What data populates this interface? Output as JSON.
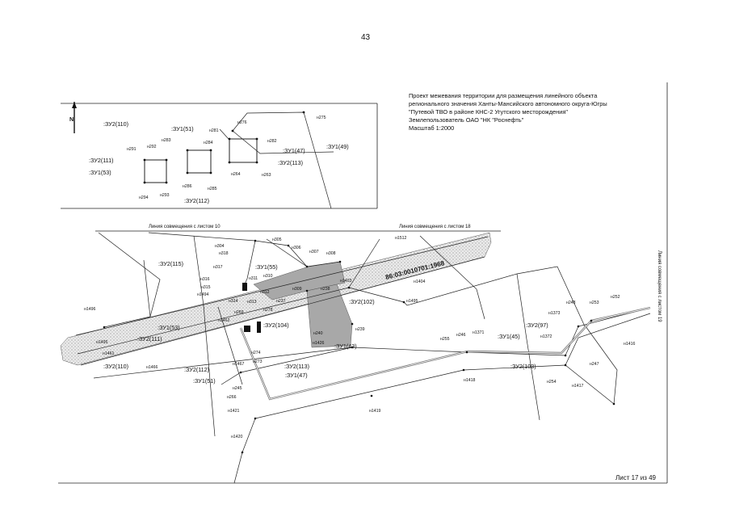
{
  "page_number": "43",
  "title_lines": [
    "Проект межевания территории для размещения линейного объекта",
    "регионального значения Ханты-Мансийского автономного округа-Югры",
    "\"Путевой ТВО в районе КНС-2 Угутского месторождения\"",
    "Землепользователь ОАО \"НК \"Роснефть\"",
    "Масштаб 1:2000"
  ],
  "sheet_label": "Лист 17 из 49",
  "north_label": "N",
  "cadastral_number": "86:03:0010701:1968",
  "join_lines": {
    "sheet10": "Линия совмещения с листом 10",
    "sheet18": "Линия совмещения с листом 18",
    "sheet19": "Линия совмещения с листом 19"
  },
  "inset_zones": [
    ":ЗУ2(110)",
    ":ЗУ1(51)",
    ":ЗУ2(111)",
    ":ЗУ1(53)",
    ":ЗУ1(47)",
    ":ЗУ1(49)",
    ":ЗУ2(113)",
    ":ЗУ2(112)"
  ],
  "inset_points": [
    "н276",
    "н275",
    "н281",
    "н284",
    "н282",
    "н283",
    "н292",
    "н291",
    "н264",
    "н263",
    "н286",
    "н285",
    "н294",
    "н293"
  ],
  "map_zones": [
    ":ЗУ2(115)",
    ":ЗУ1(55)",
    ":ЗУ2(102)",
    ":ЗУ2(104)",
    ":ЗУ1(53)",
    ":ЗУ2(111)",
    ":ЗУ1(43)",
    ":ЗУ2(113)",
    ":ЗУ1(47)",
    ":ЗУ2(110)",
    ":ЗУ2(112)",
    ":ЗУ1(51)",
    ":ЗУ1(45)",
    ":ЗУ2(97)",
    ":ЗУ2(103)"
  ],
  "map_points": [
    "н305",
    "н1512",
    "н304",
    "н306",
    "н307",
    "н308",
    "н318",
    "н317",
    "н310",
    "н1403",
    "н316",
    "н311",
    "н309",
    "н238",
    "н1404",
    "н315",
    "н312",
    "н1494",
    "н1495",
    "н314",
    "н313",
    "н237",
    "н278",
    "н269",
    "н1496",
    "н1462",
    "н240",
    "н239",
    "н1426",
    "н1495",
    "н274",
    "н273",
    "н1461",
    "н1467",
    "н1466",
    "н255",
    "н246",
    "н1371",
    "н1372",
    "н248",
    "н253",
    "н252",
    "н1373",
    "н1416",
    "н1418",
    "н247",
    "н254",
    "н1417",
    "н245",
    "н266",
    "н1421",
    "н1419",
    "н1420"
  ]
}
